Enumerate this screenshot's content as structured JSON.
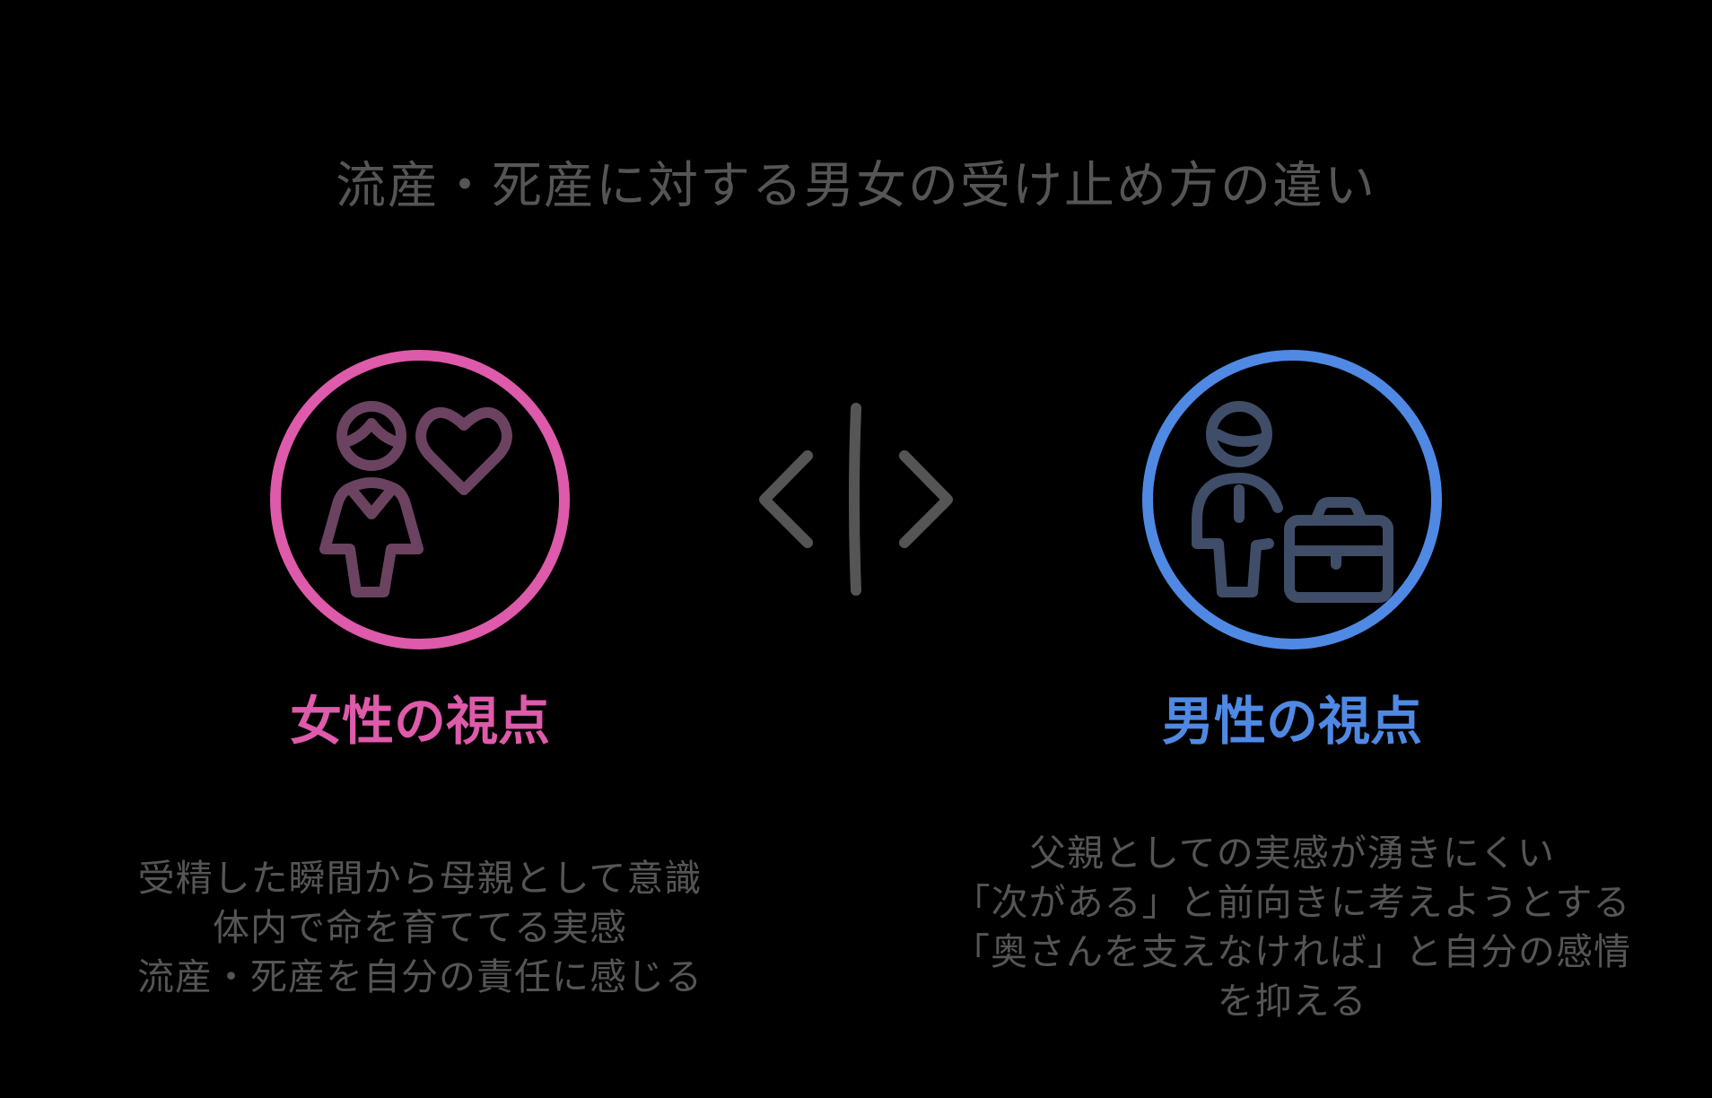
{
  "title": "流産・死産に対する男女の受け止め方の違い",
  "colors": {
    "background": "#000000",
    "text_gray": "#555555",
    "female_accent": "#DE5AAA",
    "female_icon": "#6B4360",
    "male_accent": "#4F89E4",
    "male_icon": "#3F4D68",
    "divider_icon": "#555555"
  },
  "female": {
    "icon": "woman-with-heart-icon",
    "heading": "女性の視点",
    "lines": [
      "受精した瞬間から母親として意識",
      "体内で命を育ててる実感",
      "流産・死産を自分の責任に感じる"
    ]
  },
  "divider": {
    "icon": "compare-split-icon"
  },
  "male": {
    "icon": "man-with-briefcase-icon",
    "heading": "男性の視点",
    "lines": [
      "父親としての実感が湧きにくい ",
      "「次がある」と前向きに考えようとする",
      "「奥さんを支えなければ」と自分の感情",
      "を抑える"
    ]
  }
}
